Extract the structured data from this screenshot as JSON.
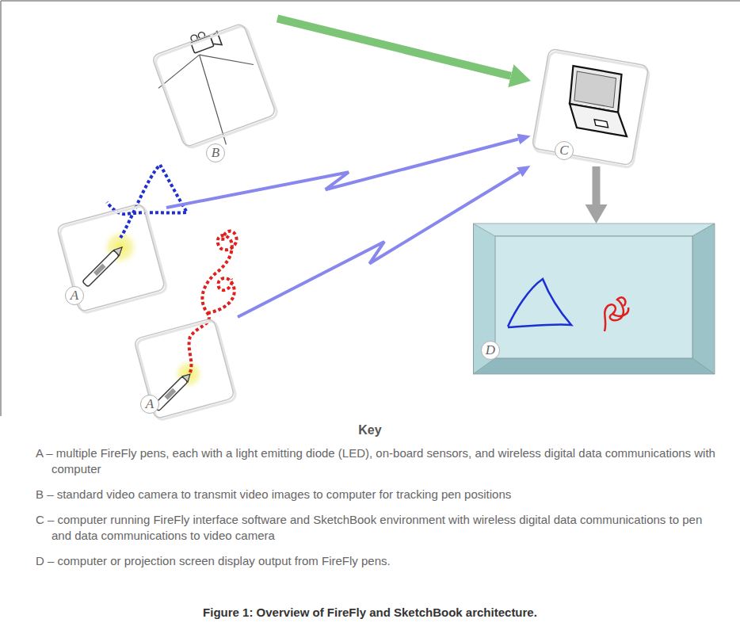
{
  "diagram": {
    "caption": "Figure 1: Overview of FireFly and SketchBook architecture.",
    "nodes": [
      {
        "text": [
          "B"
        ]
      },
      {
        "text": [
          "C"
        ]
      },
      {
        "text": [
          "A"
        ]
      },
      {
        "text": [
          "A"
        ]
      },
      {
        "text": [
          "D"
        ]
      }
    ],
    "edges": [
      {
        "from": 0,
        "to": 1,
        "arrow": "to"
      },
      {
        "from": 2,
        "to": 1,
        "arrow": "to"
      },
      {
        "from": 3,
        "to": 1,
        "arrow": "to"
      },
      {
        "from": 1,
        "to": 4,
        "arrow": "to"
      }
    ],
    "labels": [
      "Key",
      "A – multiple FireFly pens, each with a light emitting diode (LED), on-board sensors, and wireless digital data communications with computer",
      "B – standard video camera to transmit video images to computer for tracking pen positions",
      "C – computer running FireFly interface software and SketchBook environment with wireless digital data communications to pen and data communications to video camera",
      "D – computer or projection screen display output from FireFly pens."
    ]
  }
}
